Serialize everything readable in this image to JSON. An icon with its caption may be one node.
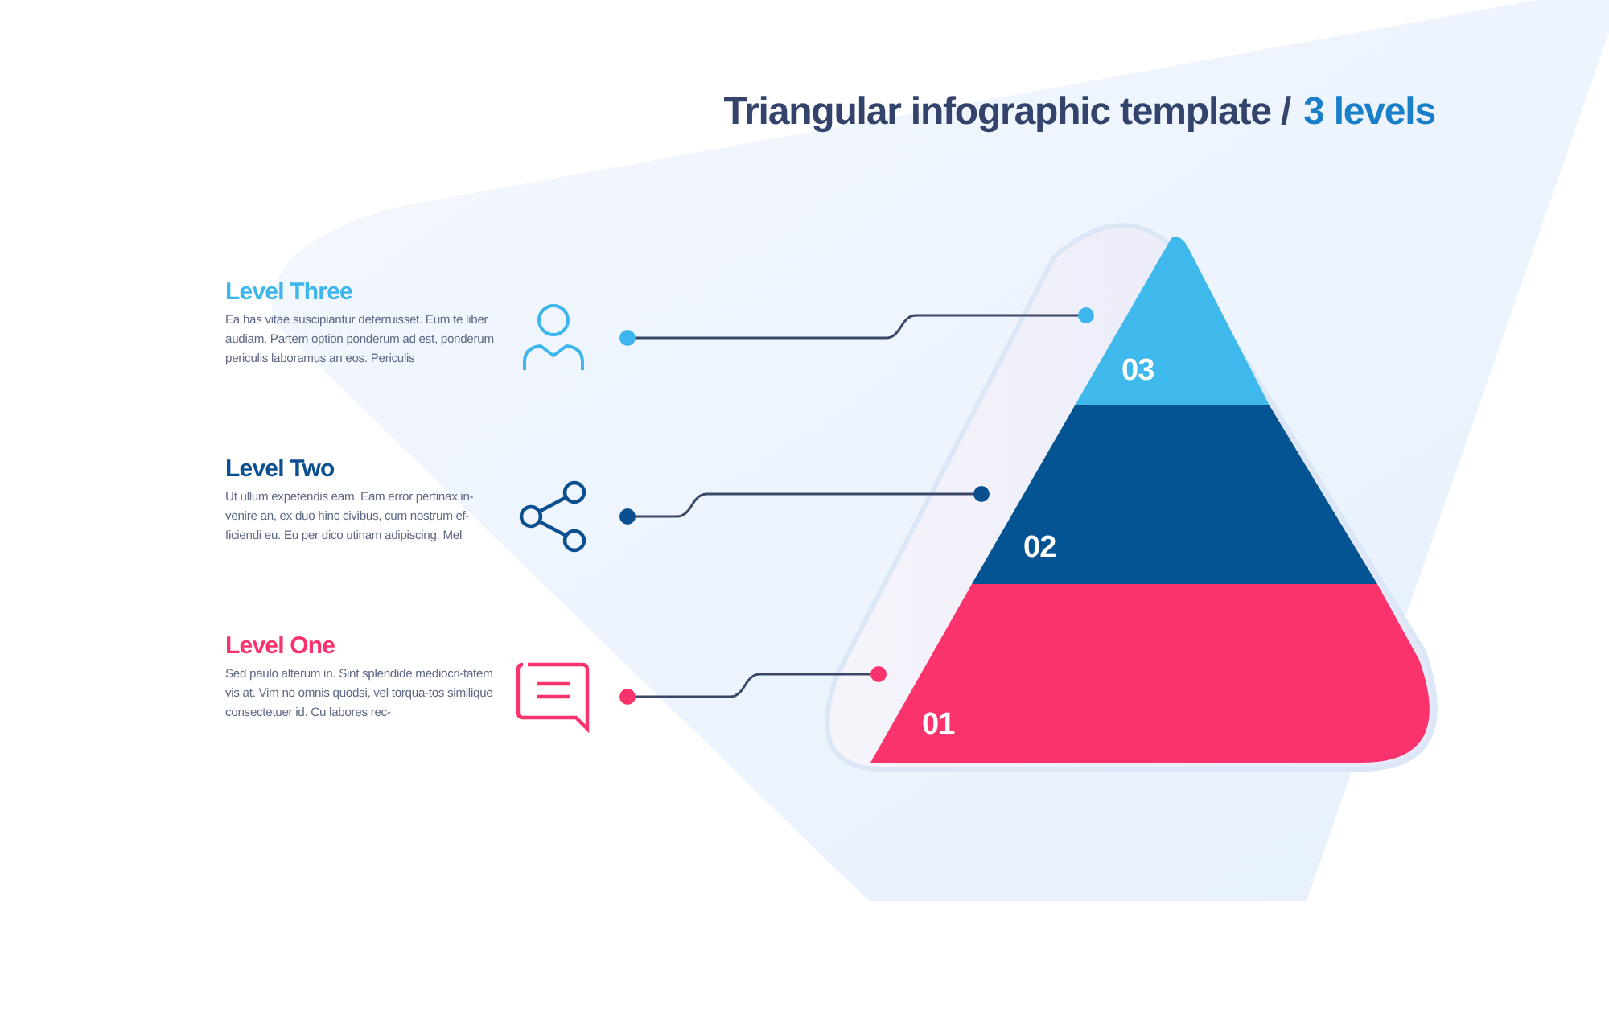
{
  "diagram": {
    "title": "Triangular infographic template /",
    "nodes": [
      {
        "text": [
          "Level Three",
          "Ea has vitae suscipiantur deterruisset. Eum te liber audiam. Partem option ponderum ad est, ponderum periculis laboramus an eos. Periculis"
        ]
      },
      {
        "text": [
          "Level Two",
          "Ut ullum expetendis eam. Eam error pertinax in-venire an, ex duo hinc civibus, cum nostrum ef-ficiendi eu. Eu per dico utinam adipiscing. Mel"
        ]
      },
      {
        "text": [
          "Level One",
          "Sed paulo alterum in. Sint splendide mediocri-tatem vis at. Vim no omnis quodsi, vel torqua-tos similique consectetuer id. Cu labores rec-"
        ]
      },
      {
        "text": [
          "03"
        ]
      },
      {
        "text": [
          "02"
        ]
      },
      {
        "text": [
          "01"
        ]
      }
    ],
    "edges": [
      {
        "from": 0,
        "to": 3,
        "arrow": "other"
      },
      {
        "from": 1,
        "to": 4,
        "arrow": "other"
      },
      {
        "from": 2,
        "to": 5,
        "arrow": "other"
      }
    ],
    "labels": [
      "3 levels"
    ]
  }
}
